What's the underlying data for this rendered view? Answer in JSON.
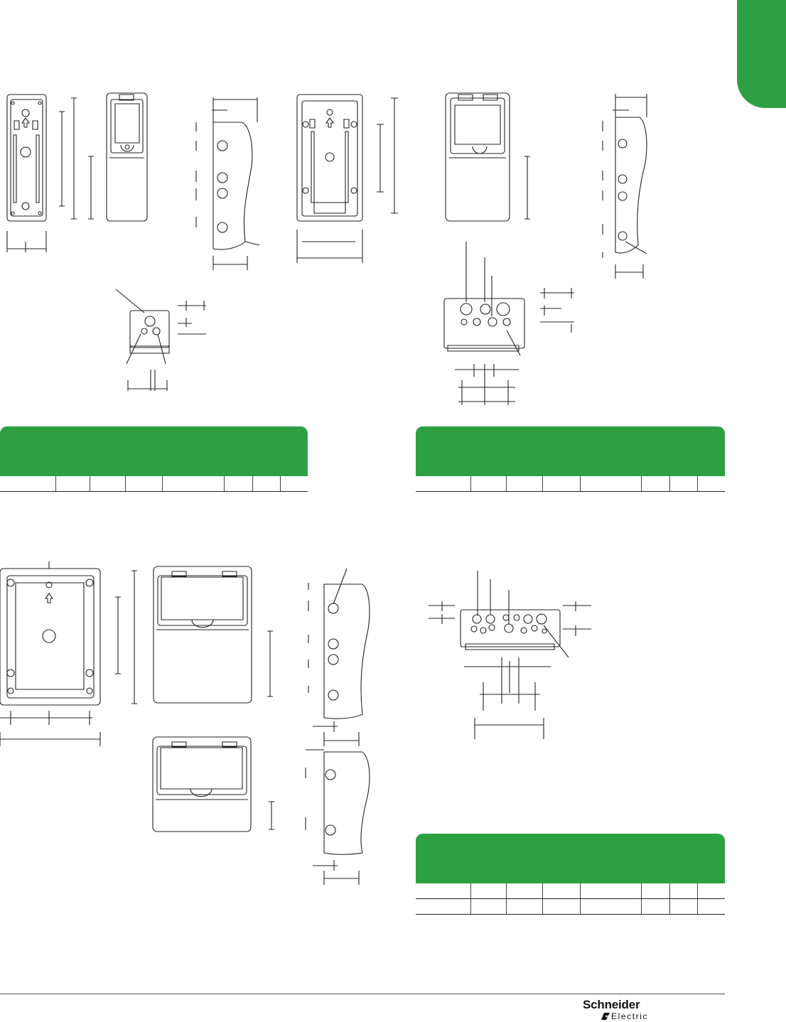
{
  "brand": {
    "name": "Schneider",
    "sub": "Electric",
    "accent": "#2ea043",
    "logo_icon": "schneider-electric-logo-icon"
  },
  "tables": [
    {
      "id": "table-1",
      "columns": 8,
      "rows": 1
    },
    {
      "id": "table-2",
      "columns": 8,
      "rows": 1
    },
    {
      "id": "table-3",
      "columns": 8,
      "rows": 2
    }
  ]
}
